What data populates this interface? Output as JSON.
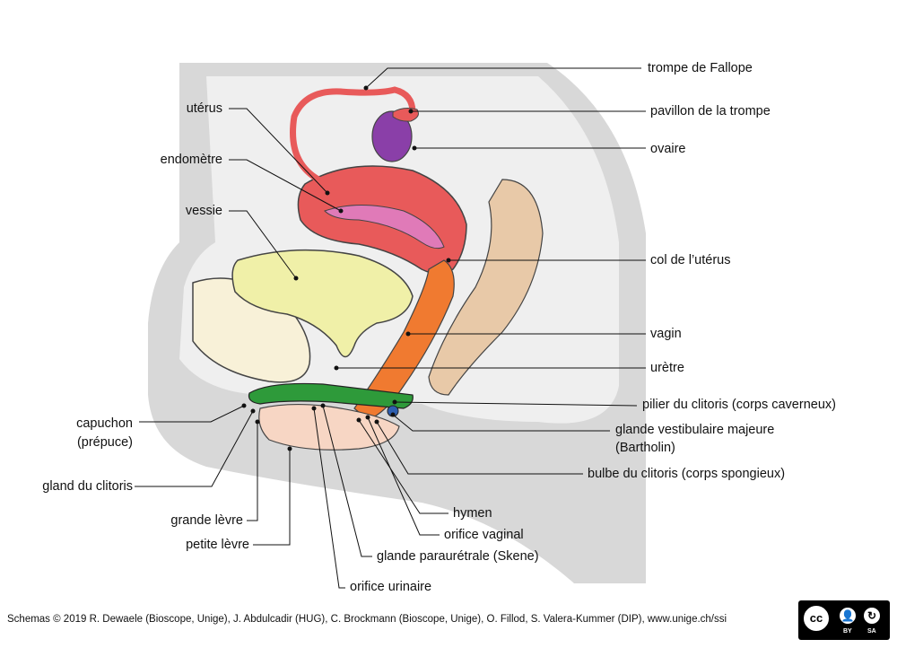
{
  "labels": {
    "trompe": "trompe de Fallope",
    "pavillon": "pavillon de la trompe",
    "ovaire": "ovaire",
    "uterus": "utérus",
    "endometre": "endomètre",
    "vessie": "vessie",
    "col": "col de l’utérus",
    "vagin": "vagin",
    "uretre": "urètre",
    "pilier": "pilier du clitoris (corps caverneux)",
    "glande_vest_1": "glande vestibulaire majeure",
    "glande_vest_2": "(Bartholin)",
    "capuchon_1": "capuchon",
    "capuchon_2": "(prépuce)",
    "bulbe": "bulbe du clitoris (corps spongieux)",
    "gland": "gland du clitoris",
    "grande_levre": "grande lèvre",
    "hymen": "hymen",
    "petite_levre": "petite lèvre",
    "orifice_vaginal": "orifice vaginal",
    "glande_paraur": "glande paraurétrale (Skene)",
    "orifice_urinaire": "orifice urinaire"
  },
  "credits": "Schemas © 2019 R. Dewaele (Bioscope, Unige), J. Abdulcadir (HUG), C. Brockmann (Bioscope, Unige), O. Fillod, S. Valera-Kummer (DIP), www.unige.ch/ssi",
  "license": {
    "cc": "cc",
    "by_tag": "BY",
    "sa_tag": "SA"
  },
  "colors": {
    "uterus": "#e85a5a",
    "endometrium": "#e07ab8",
    "ovary": "#8a3fa8",
    "bladder": "#f0f0a8",
    "vagina": "#f07a30",
    "clitoris": "#2e9a3a",
    "bulb": "#f7d6c4",
    "rectum": "#e8c9a8",
    "body": "#d7d7d7"
  }
}
